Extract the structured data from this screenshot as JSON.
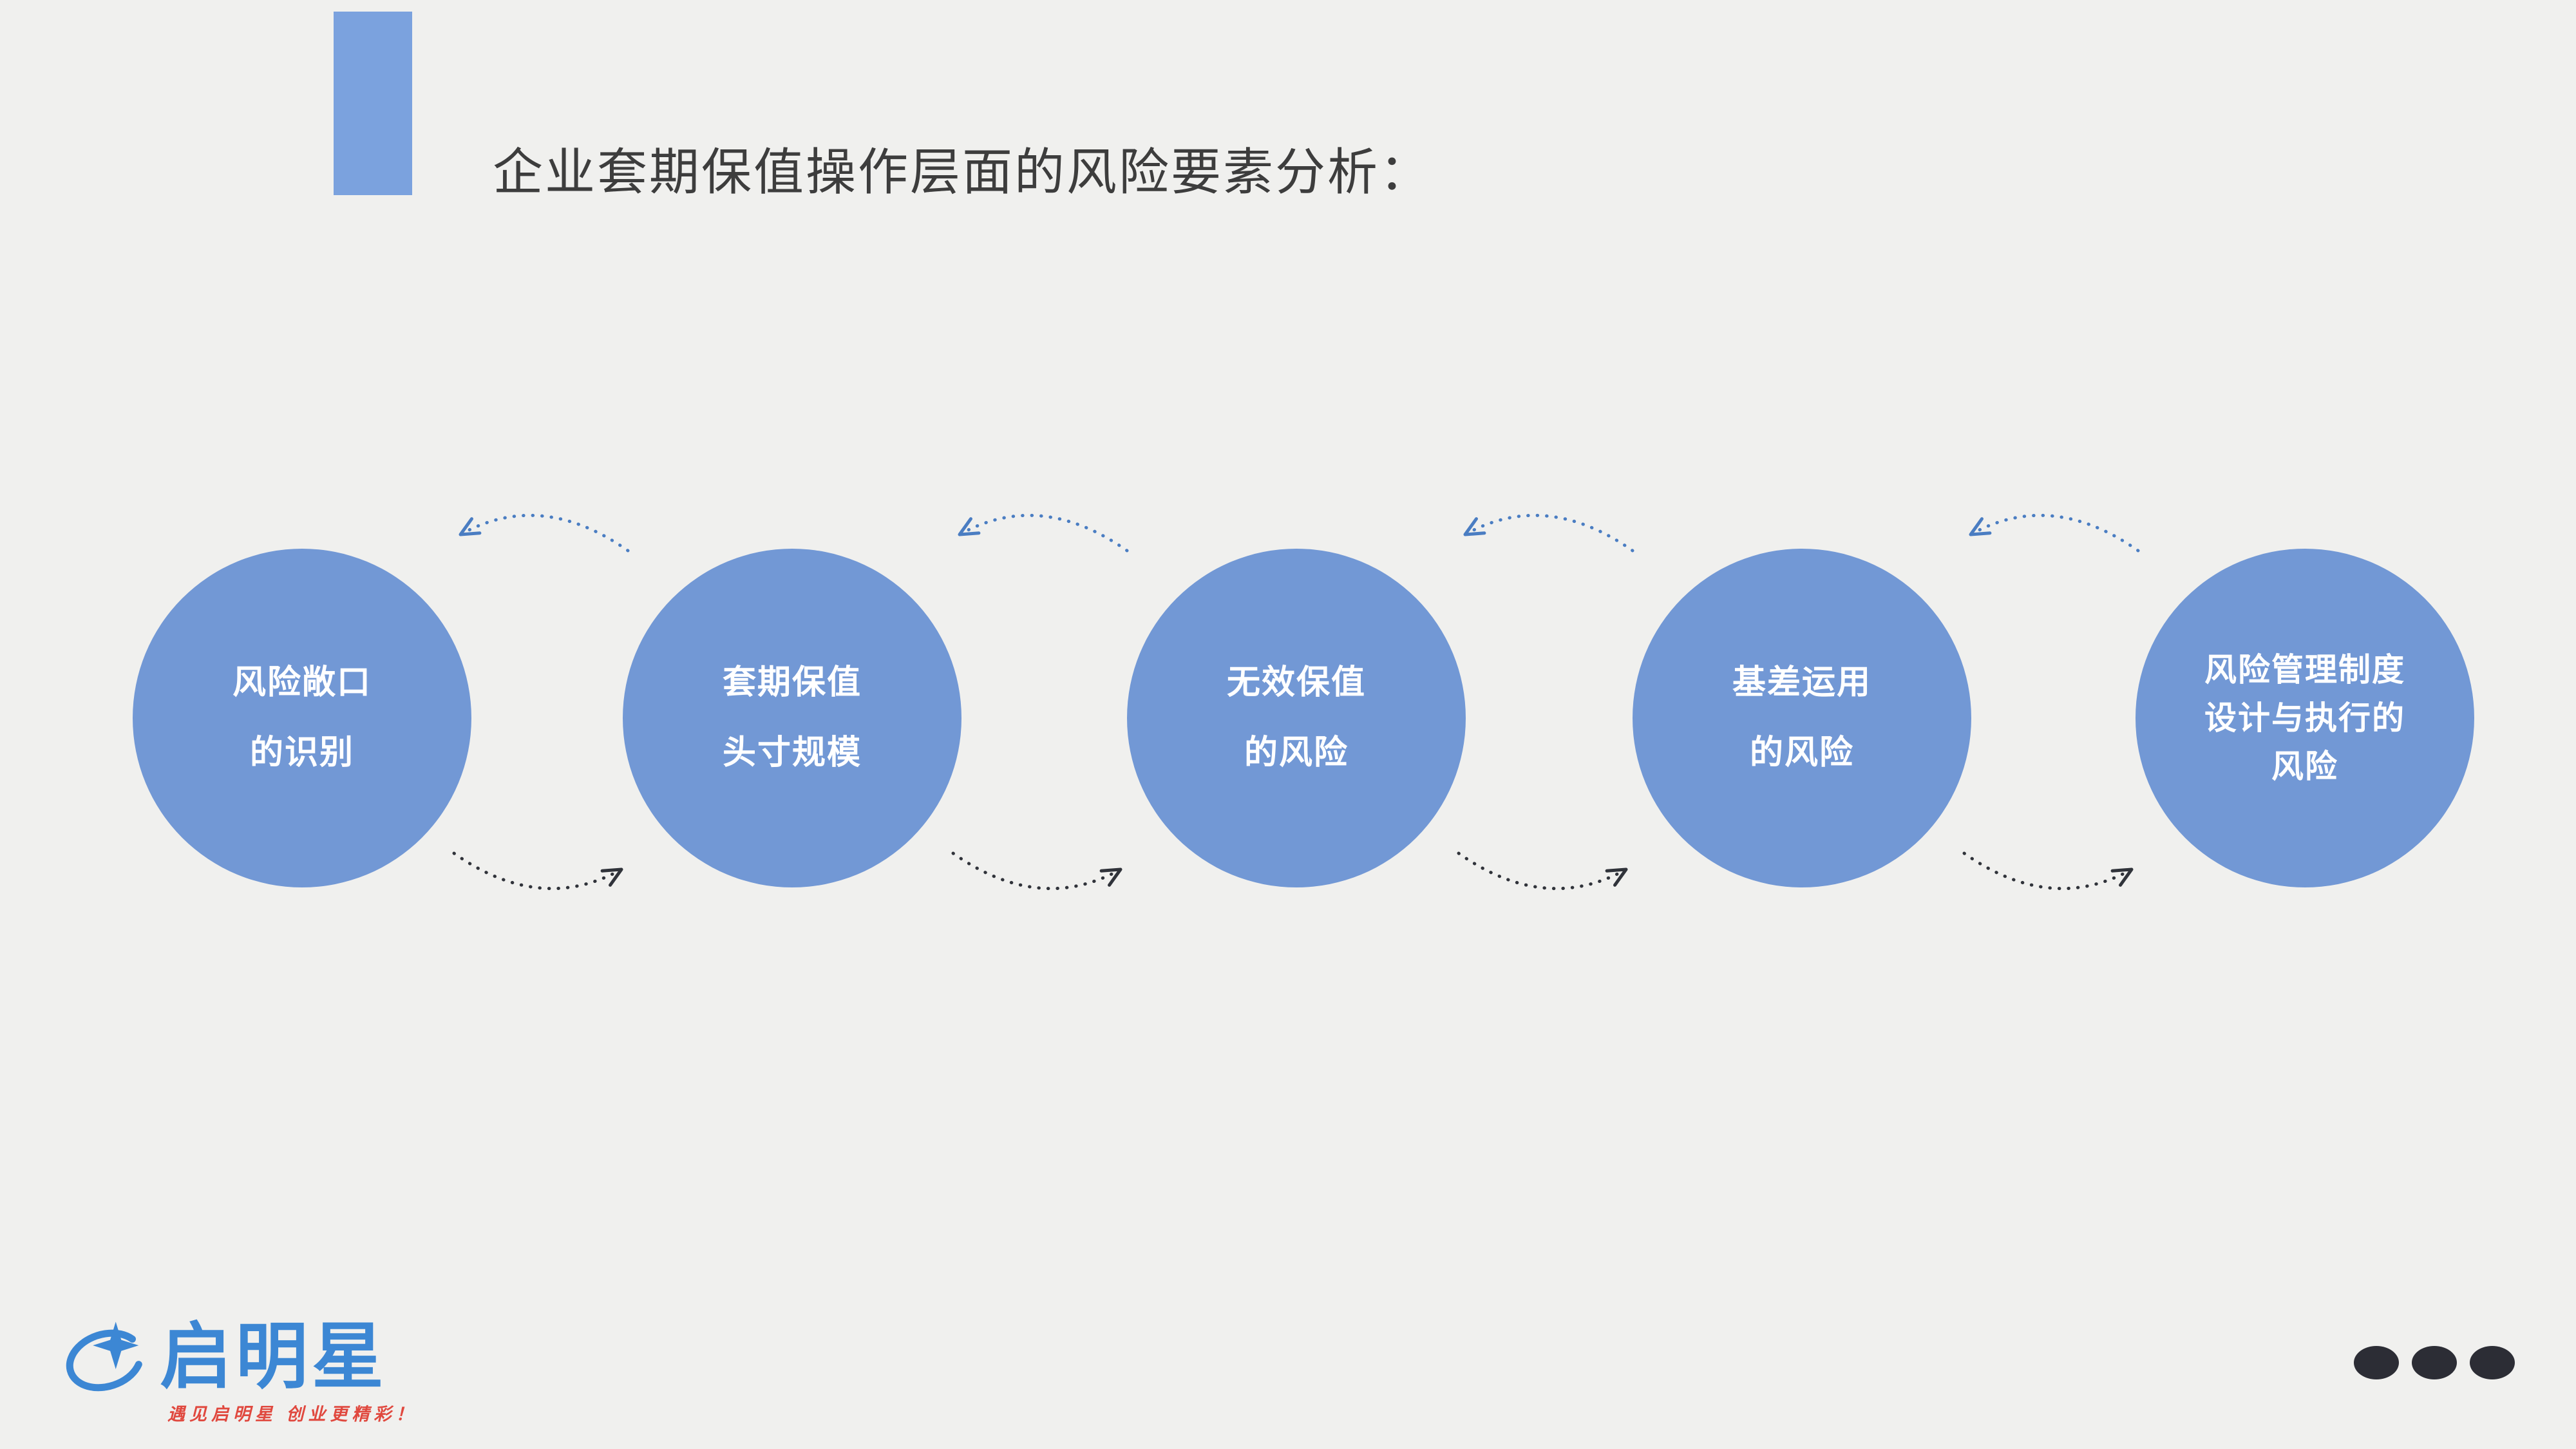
{
  "colors": {
    "background": "#f0f0ee",
    "accent_bar": "#7ba2de",
    "circle_fill": "#7298d5",
    "circle_text": "#ffffff",
    "title_text": "#3d3d3d",
    "arrow_blue": "#4a7dc2",
    "arrow_dark": "#30333a",
    "logo_blue": "#3c87d4",
    "tagline_red": "#e0483e",
    "footer_dot": "#2c2d35"
  },
  "header": {
    "title": "企业套期保值操作层面的风险要素分析："
  },
  "flow": {
    "nodes": [
      {
        "label": "风险敞口\n的识别"
      },
      {
        "label": "套期保值\n头寸规模"
      },
      {
        "label": "无效保值\n的风险"
      },
      {
        "label": "基差运用\n的风险"
      },
      {
        "label": "风险管理制度\n设计与执行的\n风险"
      }
    ]
  },
  "footer": {
    "logo_text": "启明星",
    "logo_tagline": "遇见启明星 创业更精彩！",
    "dot_count": 3
  }
}
